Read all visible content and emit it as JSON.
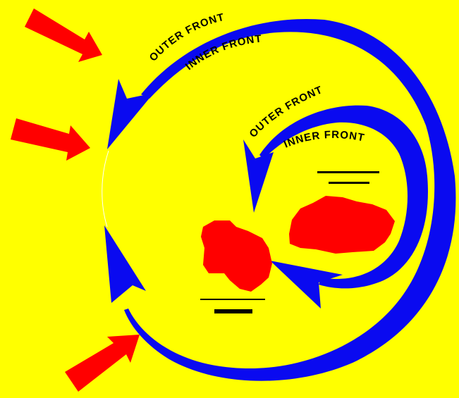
{
  "colors": {
    "background": "#FFFF00",
    "front_arrows": "#0A0AF0",
    "red_arrows": "#FF0000",
    "blobs": "#FF0000",
    "lines": "#000000"
  },
  "labels": {
    "outer_front_large": "OUTER FRONT",
    "inner_front_large": "INNER FRONT",
    "outer_front_small": "OUTER FRONT",
    "inner_front_small": "INNER FRONT"
  },
  "icons": {
    "incoming_arrows": "red-arrow-icon",
    "front_arrows": "blue-curved-arrow-icon"
  }
}
